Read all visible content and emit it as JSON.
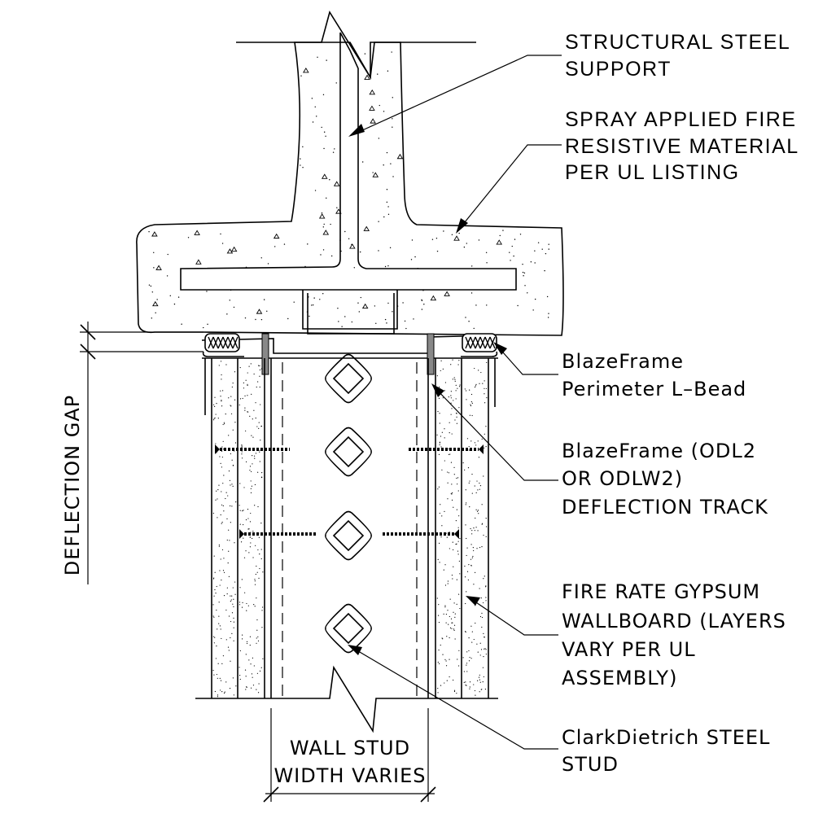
{
  "labels": {
    "structural_steel_support": [
      "STRUCTURAL STEEL",
      "SUPPORT"
    ],
    "spray_fire_resistive": [
      "SPRAY APPLIED FIRE",
      "RESISTIVE MATERIAL",
      "PER UL LISTING"
    ],
    "perimeter_bead": [
      "BlazeFrame",
      "Perimeter L–Bead"
    ],
    "deflection_track": [
      "BlazeFrame (ODL2",
      "OR ODLW2)",
      "DEFLECTION TRACK"
    ],
    "gypsum_wallboard": [
      "FIRE RATE GYPSUM",
      "WALLBOARD (LAYERS",
      "VARY PER UL",
      "ASSEMBLY)"
    ],
    "steel_stud": [
      "ClarkDietrich STEEL",
      "STUD"
    ],
    "wall_stud_width": [
      "WALL STUD",
      "WIDTH VARIES"
    ],
    "deflection_gap": "DEFLECTION GAP"
  }
}
